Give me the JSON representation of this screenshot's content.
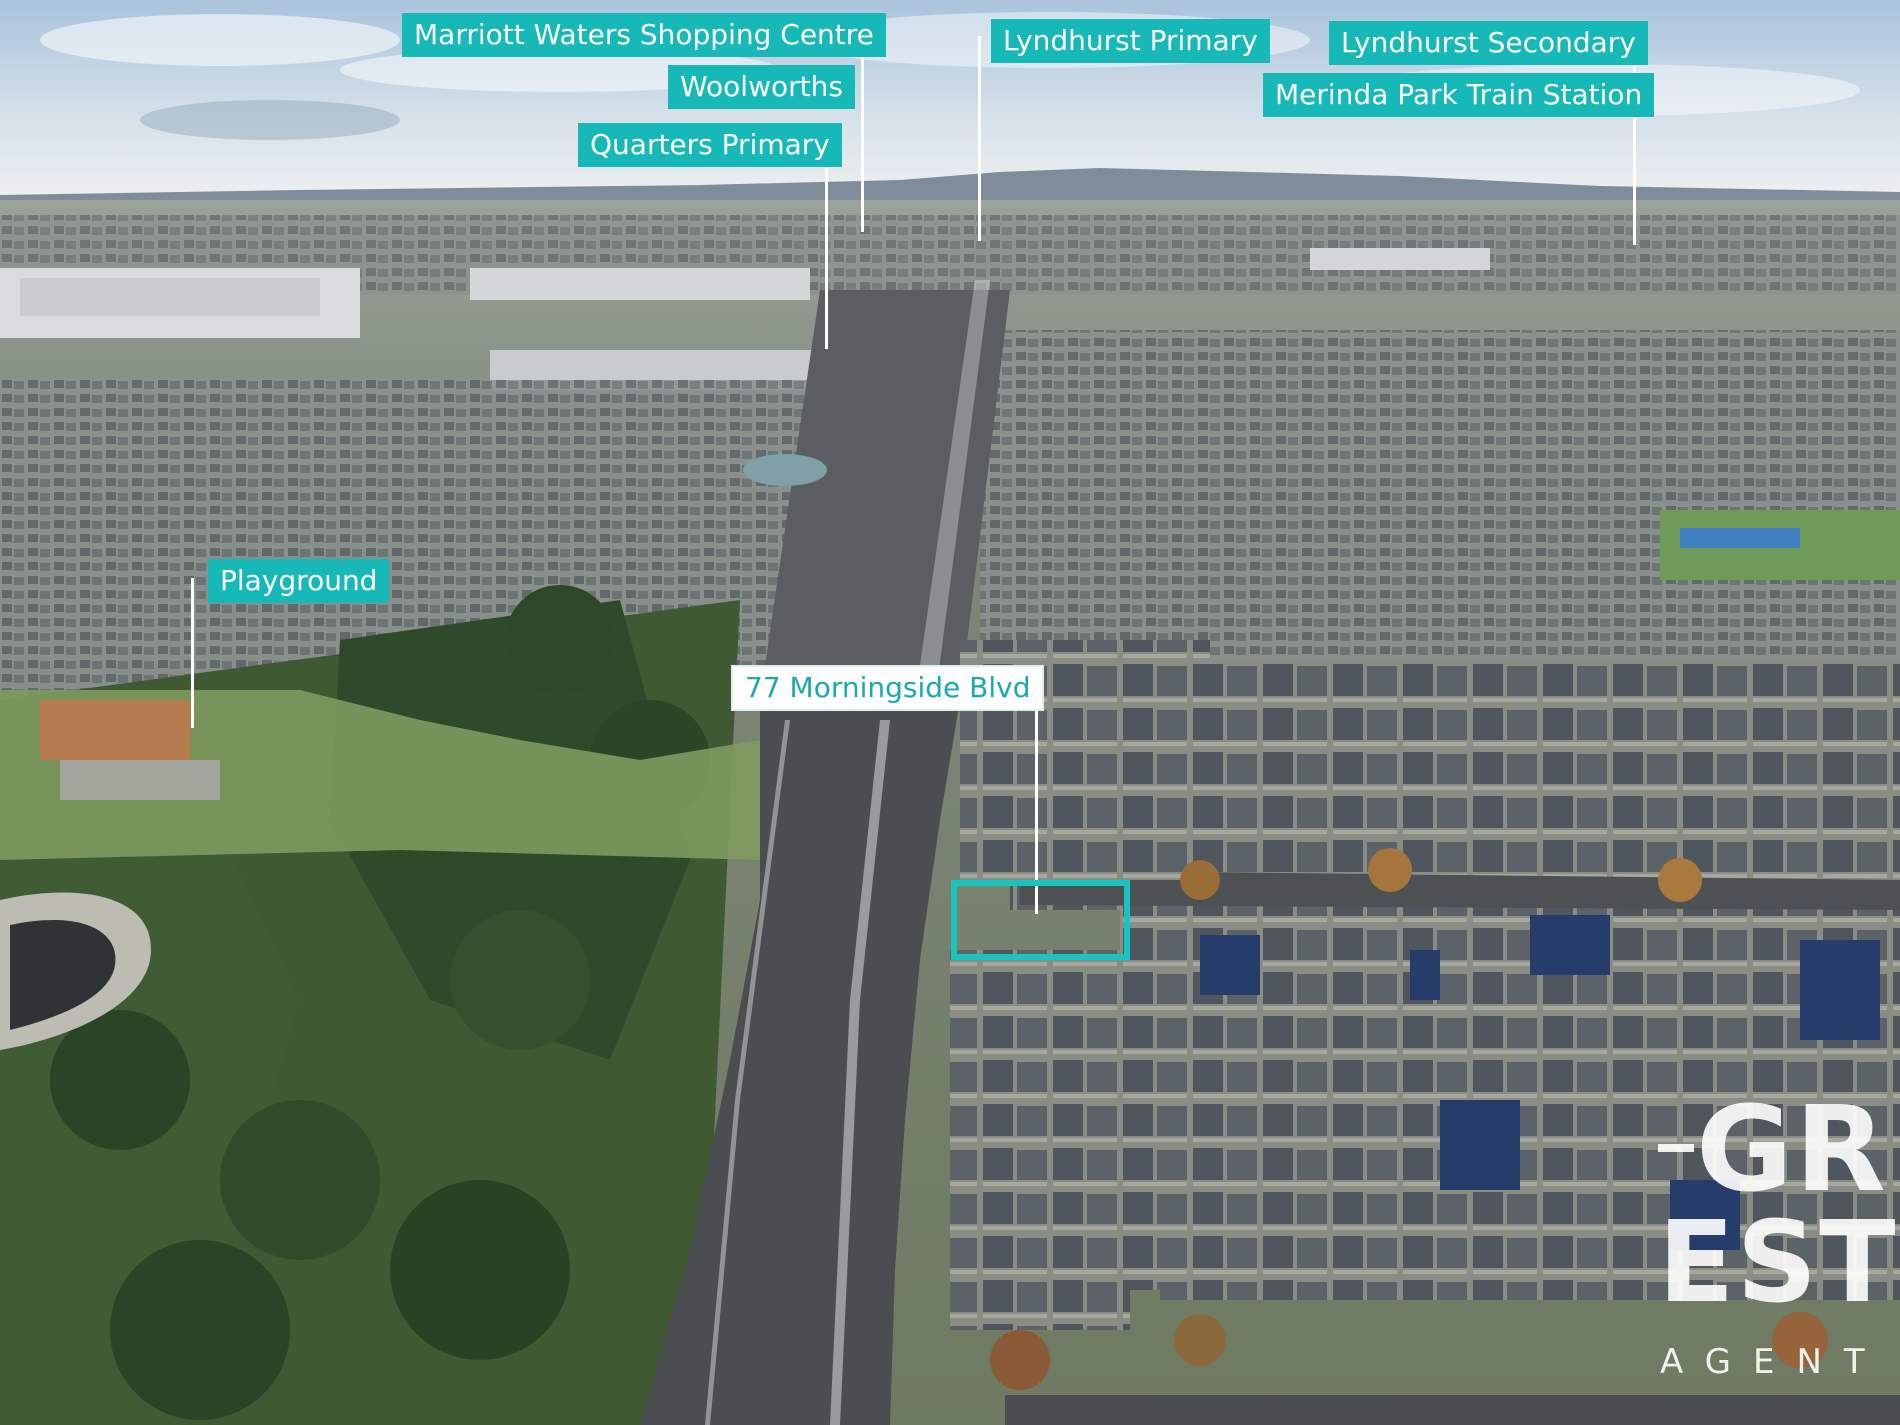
{
  "labels": {
    "shopping_centre": "Marriott Waters Shopping Centre",
    "woolworths": "Woolworths",
    "quarters_primary": "Quarters Primary",
    "lyndhurst_primary": "Lyndhurst Primary",
    "lyndhurst_secondary": "Lyndhurst Secondary",
    "merinda_park": "Merinda Park Train Station",
    "playground": "Playground",
    "property": "77 Morningside Blvd"
  },
  "logo": {
    "line1": "GR",
    "line2": "EST",
    "line3": "AGENT"
  },
  "colors": {
    "label_bg": "#17b8b8",
    "label_text": "#ffffff",
    "property_label_text": "#1aa9ad",
    "lot_outline": "#18c4c0"
  }
}
